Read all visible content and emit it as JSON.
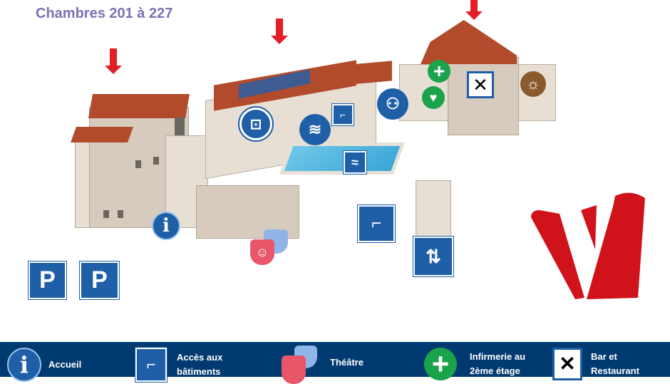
{
  "header": {
    "title": "Chambres 201 à 227"
  },
  "map_icons": [
    {
      "name": "info-icon",
      "glyph": "i"
    },
    {
      "name": "laundry-icon",
      "glyph": "⊡"
    },
    {
      "name": "linen-icon",
      "glyph": "≋"
    },
    {
      "name": "stairs-icon",
      "glyph": "⌐"
    },
    {
      "name": "meeting-room-icon",
      "glyph": "⚇"
    },
    {
      "name": "first-aid-icon",
      "glyph": "+"
    },
    {
      "name": "defibrillator-icon",
      "glyph": "♥"
    },
    {
      "name": "restaurant-icon",
      "glyph": "✕"
    },
    {
      "name": "sauna-icon",
      "glyph": "☼"
    },
    {
      "name": "swimming-pool-icon",
      "glyph": "≈"
    },
    {
      "name": "theatre-icon",
      "glyph": "☺"
    },
    {
      "name": "elevator-icon",
      "glyph": "⇅"
    },
    {
      "name": "bike-parking-icon",
      "glyph": "P"
    },
    {
      "name": "disabled-parking-icon",
      "glyph": "P"
    }
  ],
  "legend": [
    {
      "icon": "info-icon",
      "label": "Accueil"
    },
    {
      "icon": "stairs-icon",
      "label": "Accès aux bâtiments"
    },
    {
      "icon": "theatre-icon",
      "label": "Théâtre"
    },
    {
      "icon": "first-aid-icon",
      "label": "Infirmerie au 2ème étage"
    },
    {
      "icon": "restaurant-icon",
      "label": "Bar et Restaurant"
    }
  ],
  "colors": {
    "accent": "#7a72b4",
    "arrow": "#e51e25",
    "legend_bg": "#003a70",
    "brand": "#d0121b"
  }
}
